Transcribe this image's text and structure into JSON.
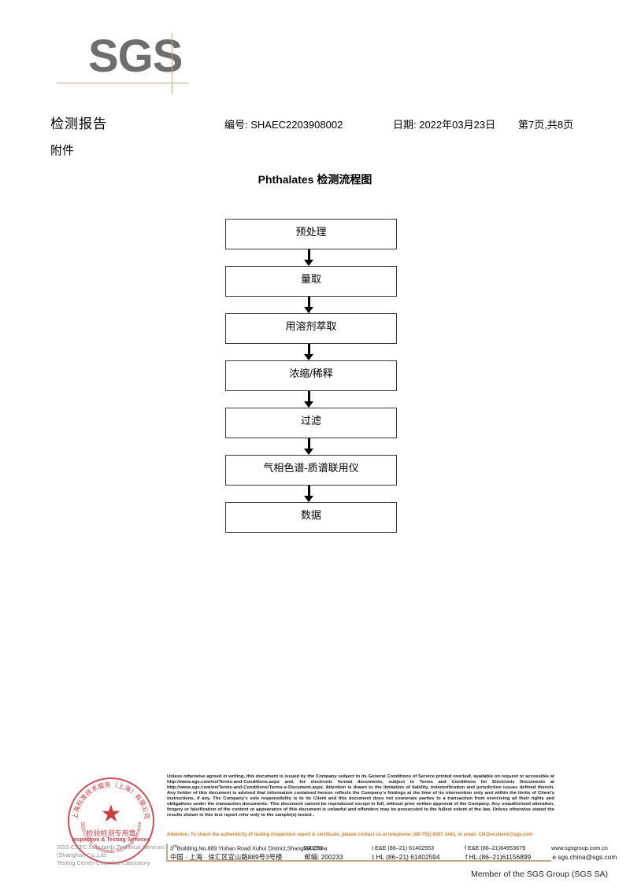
{
  "header": {
    "logo_text": "SGS",
    "report_title": "检测报告",
    "attachment_label": "附件",
    "report_number": "编号: SHAEC2203908002",
    "report_date": "日期: 2022年03月23日",
    "page_indicator": "第7页,共8页"
  },
  "flowchart": {
    "title": "Phthalates 检测流程图",
    "steps": [
      {
        "label": "预处理"
      },
      {
        "label": "量取"
      },
      {
        "label": "用溶剂萃取"
      },
      {
        "label": "浓缩/稀释"
      },
      {
        "label": "过滤"
      },
      {
        "label": "气相色谱-质谱联用仪"
      },
      {
        "label": "数据"
      }
    ]
  },
  "footer": {
    "stamp": {
      "arc_top_text": "上海标准技术服务（上海）有限公司",
      "arc_bottom_text": "SGS-CSTC Standards Technical Services",
      "center_cn": "检验检测专用章",
      "center_en": "Inspection & Testing Services",
      "star_glyph": "★"
    },
    "company_line_1": "SGS-CSTC Standards Technical Services (Shanghai) Co.,Ltd.",
    "company_line_2": "Testing Center-Chemical Laboratory",
    "legal_text": "Unless otherwise agreed in writing, this document is issued by the Company subject to its General Conditions of Service printed overleaf, available on request or accessible at http://www.sgs.com/en/Terms-and-Conditions.aspx and, for electronic format documents, subject to Terms and Conditions for Electronic Documents at http://www.sgs.com/en/Terms-and-Conditions/Terms-e-Document.aspx. Attention is drawn to the limitation of liability, indemnification and jurisdiction issues defined therein. Any holder of this document is advised that information contained hereon reflects the Company's findings at the time of its intervention only and within the limits of Client's instructions, if any. The Company's sole responsibility is to its Client and this document does not exonerate parties to a transaction from exercising all their rights and obligations under the transaction documents. This document cannot be reproduced except in full, without prior written approval of the Company. Any unauthorized alteration, forgery or falsification of the content or appearance of this document is unlawful and offenders may be prosecuted to the fullest extent of the law. Unless otherwise stated the results shown in this test report refer only to the sample(s) tested .",
    "attention_text": "Attention: To check the authenticity of testing /inspection report & certificate, please contact us at telephone: (86-755) 8307 1443, or email: CN.Doccheck@sgs.com",
    "address_en": {
      "street": "Building,No.889 Yishan Road Xuhui District,Shanghai China",
      "street_prefix": "3",
      "street_sup": "rd",
      "postcode": "200233",
      "tel": "t E&E (86–21) 61402553",
      "fax": "f E&E (86–21)64953679",
      "web": "www.sgsgroup.com.cn"
    },
    "address_cn": {
      "street": "中国 · 上海 · 徐汇区宜山路889号3号楼",
      "postcode": "邮编: 200233",
      "tel": "t HL (86–21) 61402594",
      "fax": "f HL.(86–21)61156899",
      "email": "e  sgs.china@sgs.com"
    },
    "member_line": "Member of the SGS Group (SGS SA)"
  }
}
